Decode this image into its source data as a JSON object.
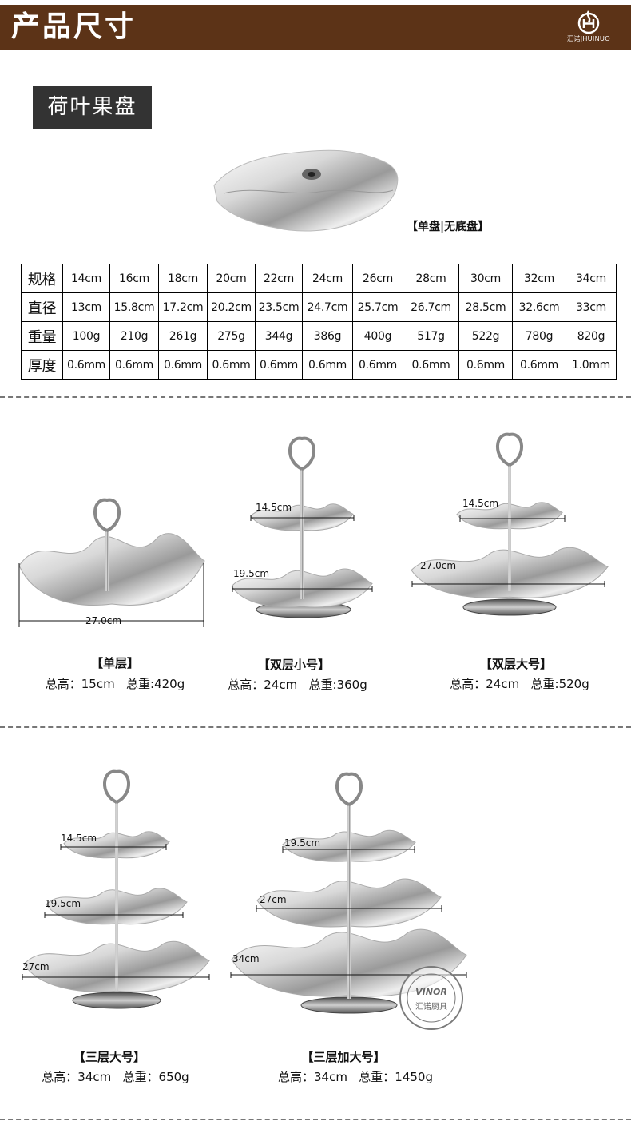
{
  "header": {
    "title": "产品尺寸",
    "brand": "汇诺|HUINUO"
  },
  "section": {
    "title": "荷叶果盘",
    "image_caption": "【单盘|无底盘】"
  },
  "spec_table": {
    "rows": [
      {
        "label": "规格",
        "values": [
          "14cm",
          "16cm",
          "18cm",
          "20cm",
          "22cm",
          "24cm",
          "26cm",
          "28cm",
          "30cm",
          "32cm",
          "34cm"
        ]
      },
      {
        "label": "直径",
        "values": [
          "13cm",
          "15.8cm",
          "17.2cm",
          "20.2cm",
          "23.5cm",
          "24.7cm",
          "25.7cm",
          "26.7cm",
          "28.5cm",
          "32.6cm",
          "33cm"
        ]
      },
      {
        "label": "重量",
        "values": [
          "100g",
          "210g",
          "261g",
          "275g",
          "344g",
          "386g",
          "400g",
          "517g",
          "522g",
          "780g",
          "820g"
        ]
      },
      {
        "label": "厚度",
        "values": [
          "0.6mm",
          "0.6mm",
          "0.6mm",
          "0.6mm",
          "0.6mm",
          "0.6mm",
          "0.6mm",
          "0.6mm",
          "0.6mm",
          "0.6mm",
          "1.0mm"
        ]
      }
    ]
  },
  "products": [
    {
      "name": "【单层】",
      "height": "总高：15cm",
      "weight": "总重:420g",
      "dims": [
        "27.0cm"
      ]
    },
    {
      "name": "【双层小号】",
      "height": "总高：24cm",
      "weight": "总重:360g",
      "dims": [
        "14.5cm",
        "19.5cm"
      ]
    },
    {
      "name": "【双层大号】",
      "height": "总高：24cm",
      "weight": "总重:520g",
      "dims": [
        "14.5cm",
        "27.0cm"
      ]
    },
    {
      "name": "【三层大号】",
      "height": "总高：34cm",
      "weight": "总重：650g",
      "dims": [
        "14.5cm",
        "19.5cm",
        "27cm"
      ]
    },
    {
      "name": "【三层加大号】",
      "height": "总高：34cm",
      "weight": "总重：1450g",
      "dims": [
        "19.5cm",
        "27cm",
        "34cm"
      ]
    }
  ],
  "stamp": {
    "text": "汇诺厨具",
    "brand": "VINOR"
  },
  "colors": {
    "header_bg": "#5c3317",
    "badge_bg": "#333333",
    "steel_light": "#f2f2f2",
    "steel_dark": "#7a7a7a"
  }
}
